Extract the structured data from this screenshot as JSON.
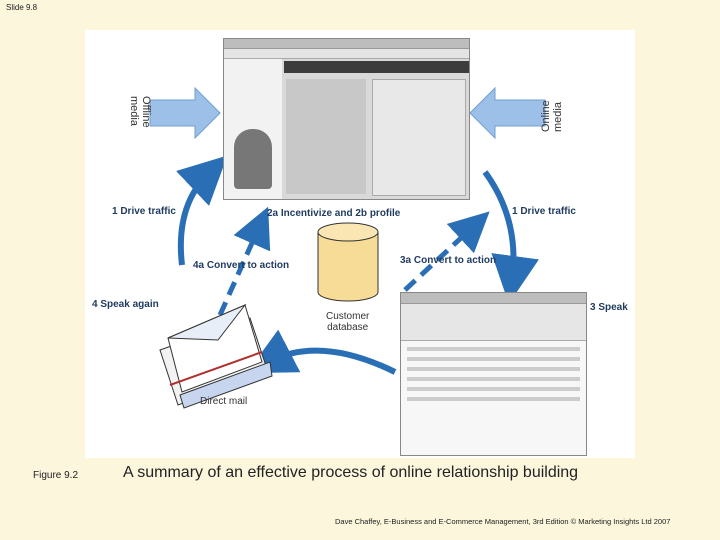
{
  "slide": {
    "label": "Slide 9.8"
  },
  "diagram": {
    "labels": {
      "drive_traffic_left": "1 Drive traffic",
      "drive_traffic_right": "1 Drive traffic",
      "incentivize": "2a Incentivize and 2b profile",
      "convert_left": "4a Convert to action",
      "convert_right": "3a Convert to action",
      "speak_again": "4 Speak again",
      "speak": "3 Speak",
      "database": "Customer\ndatabase",
      "direct_mail": "Direct mail",
      "offline_media": "Offline\nmedia",
      "online_media": "Online\nmedia"
    },
    "colors": {
      "arrow": "#2a6fb5",
      "light_arrow": "#9cc0e8",
      "cylinder": "#f6dc96"
    }
  },
  "caption": {
    "figure": "Figure 9.2",
    "title": "A summary of an effective process of online relationship building"
  },
  "footer": {
    "text": "Dave Chaffey, E-Business and E-Commerce Management, 3rd Edition © Marketing Insights Ltd 2007"
  }
}
